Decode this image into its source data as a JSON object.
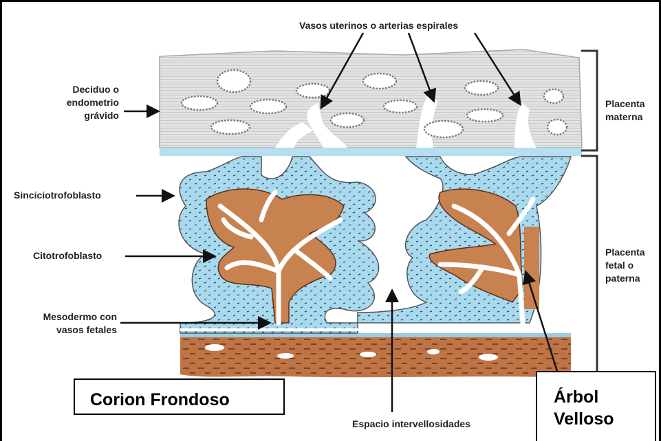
{
  "labels": {
    "vessels": "Vasos uterinos o arterias espirales",
    "decidua": [
      "Deciduo o",
      "endometrio",
      "grávido"
    ],
    "syncytio": "Sinciciotrofoblasto",
    "cyto": "Citotrofoblasto",
    "mesoderm": [
      "Mesodermo con",
      "vasos fetales"
    ],
    "maternal": [
      "Placenta",
      "materna"
    ],
    "fetal": [
      "Placenta",
      "fetal o",
      "paterna"
    ],
    "intervillous": "Espacio intervellosidades"
  },
  "callouts": {
    "chorion": "Corion Frondoso",
    "tree": [
      "Árbol",
      "Velloso"
    ]
  },
  "colors": {
    "decidua": "#dedede",
    "villus": "#a8d8ec",
    "mesoderm": "#c9814f",
    "plate": "#b86a3e",
    "vessel": "#ffffff",
    "arrow": "#111111"
  }
}
